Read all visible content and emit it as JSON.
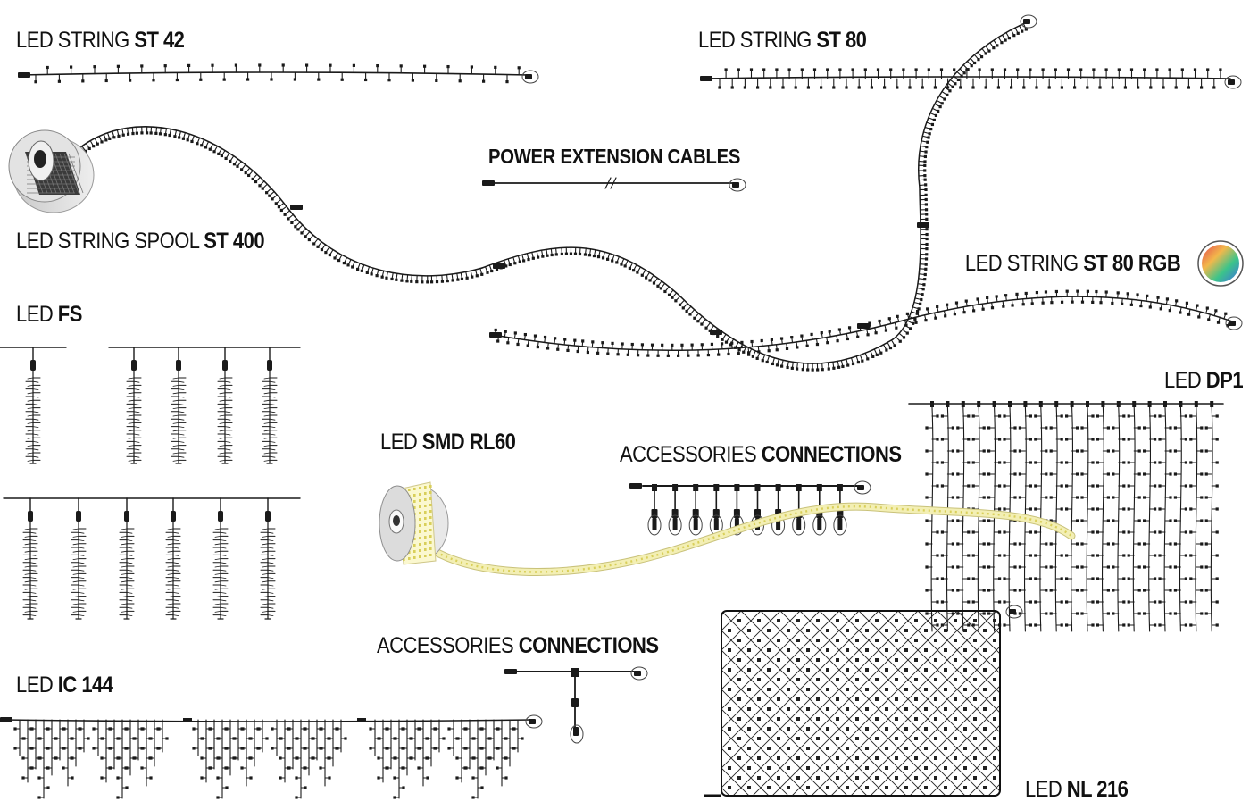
{
  "title": "LED lighting product range",
  "labels": {
    "st42": {
      "prefix": "LED STRING ",
      "model": "ST 42"
    },
    "st80": {
      "prefix": "LED STRING ",
      "model": "ST 80"
    },
    "spool": {
      "prefix": "LED STRING SPOOL ",
      "model": "ST 400"
    },
    "power": {
      "text": "POWER EXTENSION CABLES"
    },
    "rgb": {
      "prefix": "LED STRING ",
      "model": "ST 80 RGB"
    },
    "fs": {
      "prefix": "LED ",
      "model": "FS"
    },
    "dp1": {
      "prefix": "LED ",
      "model": "DP1"
    },
    "rl60": {
      "prefix": "LED ",
      "model": "SMD RL60"
    },
    "acc1": {
      "prefix": "ACCESSORIES ",
      "model": "CONNECTIONS"
    },
    "acc2": {
      "prefix": "ACCESSORIES ",
      "model": "CONNECTIONS"
    },
    "ic144": {
      "prefix": "LED ",
      "model": "IC 144"
    },
    "nl216": {
      "prefix": "LED ",
      "model": "NL 216"
    }
  },
  "colors": {
    "wire": "#1a1a1a",
    "strip": "#f3efb4",
    "strip_led": "#d9cf5a",
    "spool": "#d7d7d7"
  }
}
